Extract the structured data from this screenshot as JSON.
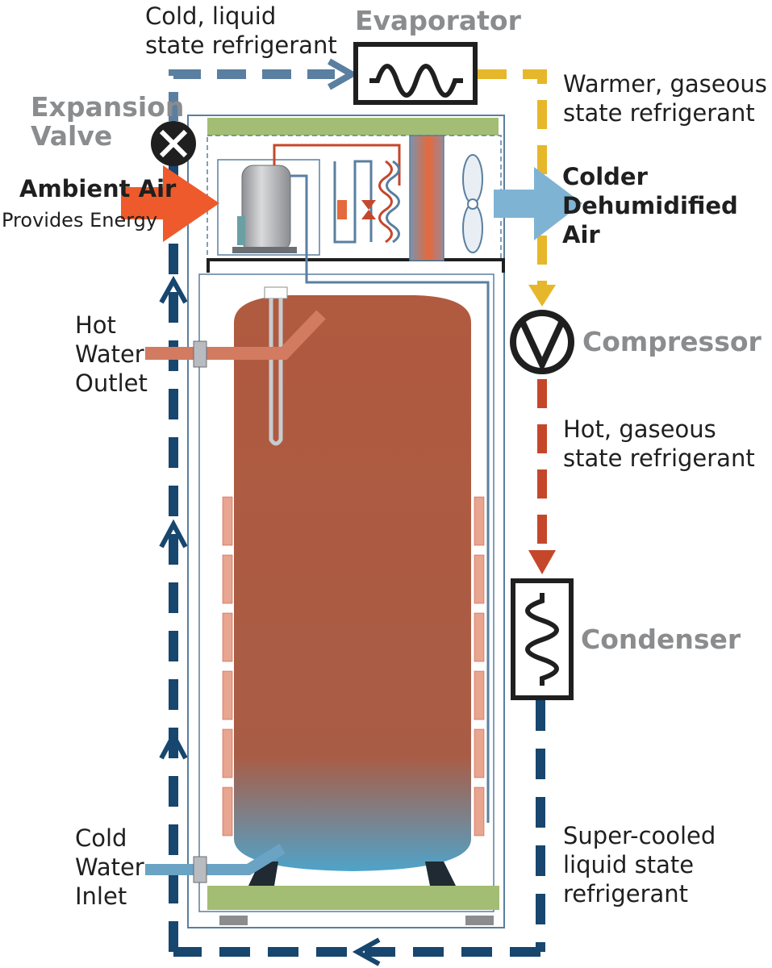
{
  "labels": {
    "cold_liquid": [
      "Cold, liquid",
      "state refrigerant"
    ],
    "evaporator": "Evaporator",
    "warmer_gaseous": [
      "Warmer, gaseous",
      "state refrigerant"
    ],
    "expansion_valve": [
      "Expansion",
      "Valve"
    ],
    "ambient_air": "Ambient Air",
    "provides_energy": "Provides Energy",
    "colder_air": [
      "Colder",
      "Dehumidified",
      "Air"
    ],
    "hot_water_outlet": [
      "Hot",
      "Water",
      "Outlet"
    ],
    "compressor": "Compressor",
    "hot_gaseous": [
      "Hot, gaseous",
      "state refrigerant"
    ],
    "condenser": "Condenser",
    "cold_water_inlet": [
      "Cold",
      "Water",
      "Inlet"
    ],
    "super_cooled": [
      "Super-cooled",
      "liquid state",
      "refrigerant"
    ]
  },
  "colors": {
    "cold_refrigerant": "#5a7fa0",
    "loop_dark": "#17466e",
    "warm_refrigerant": "#e6b72a",
    "hot_refrigerant": "#c5472b",
    "ambient_air": "#ee5a2c",
    "cold_air": "#7fb3d4",
    "tank_hot": "#b05a3f",
    "tank_cold": "#4fa3c9",
    "pad": "#a4bd74",
    "component_label": "#8a8c8e"
  }
}
